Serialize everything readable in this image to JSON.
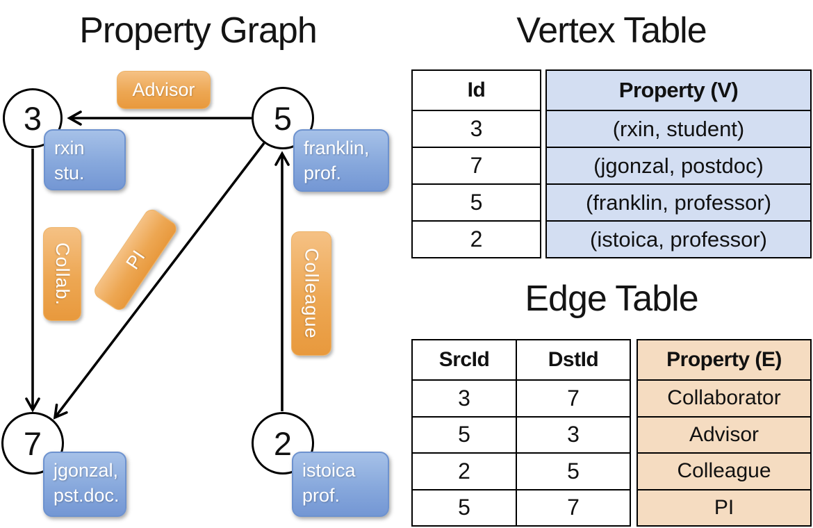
{
  "graph": {
    "title": "Property Graph",
    "nodes": [
      {
        "id": "3",
        "line1": "rxin",
        "line2": "stu."
      },
      {
        "id": "5",
        "line1": "franklin,",
        "line2": "prof."
      },
      {
        "id": "7",
        "line1": "jgonzal,",
        "line2": "pst.doc."
      },
      {
        "id": "2",
        "line1": "istoica",
        "line2": "prof."
      }
    ],
    "edge_labels": {
      "advisor": "Advisor",
      "collab": "Collab.",
      "pi": "PI",
      "colleague": "Colleague"
    }
  },
  "vertex_table": {
    "title": "Vertex Table",
    "columns": {
      "id": "Id",
      "property": "Property (V)"
    },
    "rows": [
      {
        "id": "3",
        "property": "(rxin, student)"
      },
      {
        "id": "7",
        "property": "(jgonzal, postdoc)"
      },
      {
        "id": "5",
        "property": "(franklin, professor)"
      },
      {
        "id": "2",
        "property": "(istoica, professor)"
      }
    ]
  },
  "edge_table": {
    "title": "Edge Table",
    "columns": {
      "src": "SrcId",
      "dst": "DstId",
      "property": "Property (E)"
    },
    "rows": [
      {
        "src": "3",
        "dst": "7",
        "property": "Collaborator"
      },
      {
        "src": "5",
        "dst": "3",
        "property": "Advisor"
      },
      {
        "src": "2",
        "dst": "5",
        "property": "Colleague"
      },
      {
        "src": "5",
        "dst": "7",
        "property": "PI"
      }
    ]
  },
  "colors": {
    "vertex_property_fill": "#d3def2",
    "edge_property_fill": "#f5dcc1",
    "vertex_box_blue": "#7b9ed8",
    "edge_label_orange": "#eda44d",
    "line_black": "#000000"
  }
}
